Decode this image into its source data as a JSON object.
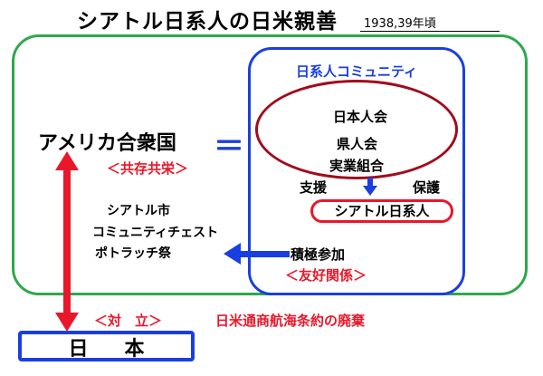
{
  "title": "シアトル日系人の日米親善",
  "period": "1938,39年頃",
  "community": {
    "title": "日系人コミュニティ",
    "orgs": [
      "日本人会",
      "県人会",
      "実業組合"
    ],
    "support": "支援",
    "protect": "保護",
    "japanese": "シアトル日系人"
  },
  "left": {
    "america": "アメリカ合衆国",
    "equals": "＝",
    "coexist": "＜共存共栄＞",
    "events": [
      "シアトル市",
      "コミュニティチェスト",
      "ポトラッチ祭"
    ]
  },
  "relations": {
    "promotion": "積極参加",
    "friendship": "＜友好関係＞",
    "conflict": "＜対　立＞",
    "treaty": "日米通商航海条約の廃棄"
  },
  "japan": "日本",
  "colors": {
    "green": "#2ea84a",
    "blue": "#1a3fe0",
    "red": "#e8182a",
    "darkred": "#a00c1e"
  }
}
